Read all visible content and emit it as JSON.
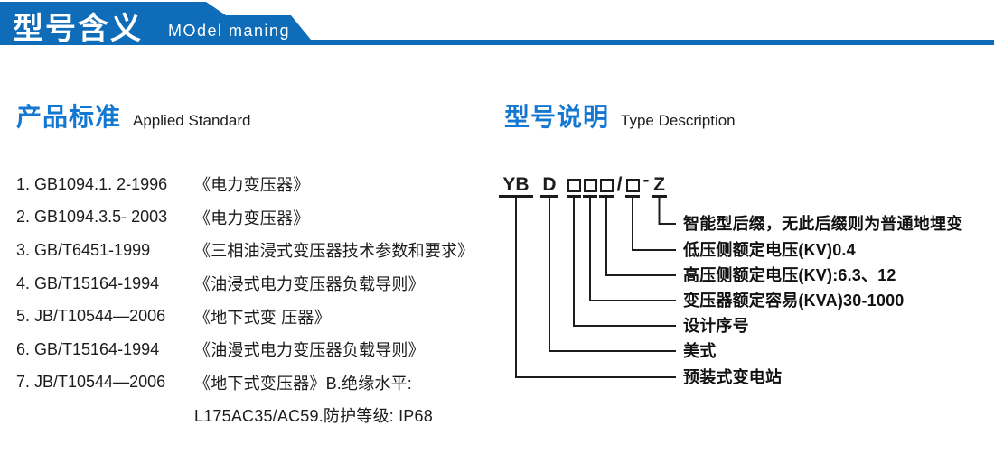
{
  "header": {
    "title": "型号含义",
    "subtitle": "MOdel maning"
  },
  "left_section": {
    "heading": "产品标准",
    "heading_en": "Applied Standard",
    "items": [
      {
        "code": "1. GB1094.1. 2-1996",
        "title": "《电力变压器》"
      },
      {
        "code": "2. GB1094.3.5- 2003",
        "title": "《电力变压器》"
      },
      {
        "code": "3. GB/T6451-1999",
        "title": "《三相油浸式变压器技术参数和要求》"
      },
      {
        "code": "4. GB/T15164-1994",
        "title": "《油浸式电力变压器负载导则》"
      },
      {
        "code": "5. JB/T10544—2006",
        "title": "《地下式变 压器》"
      },
      {
        "code": "6. GB/T15164-1994",
        "title": "《油漫式电力变压器负载导则》"
      },
      {
        "code": "7. JB/T10544—2006",
        "title": "《地下式变压器》B.绝缘水平:",
        "title_line2": "L175AC35/AC59.防护等级: IP68"
      }
    ]
  },
  "right_section": {
    "heading": "型号说明",
    "heading_en": "Type Description",
    "model_code": {
      "prefix": "YB",
      "type_letter": "D",
      "box_symbol": "□",
      "slash": "/",
      "dash": "-",
      "suffix": "Z"
    },
    "labels": [
      "智能型后缀，无此后缀则为普通地埋变",
      "低压侧额定电压(KV)0.4",
      "高压侧额定电压(KV):6.3、12",
      "变压器额定容易(KVA)30-1000",
      "设计序号",
      "美式",
      "预装式变电站"
    ]
  },
  "colors": {
    "banner_blue": "#0e6cb8",
    "heading_blue": "#1478d2",
    "text_dark": "#1c1c1c"
  }
}
